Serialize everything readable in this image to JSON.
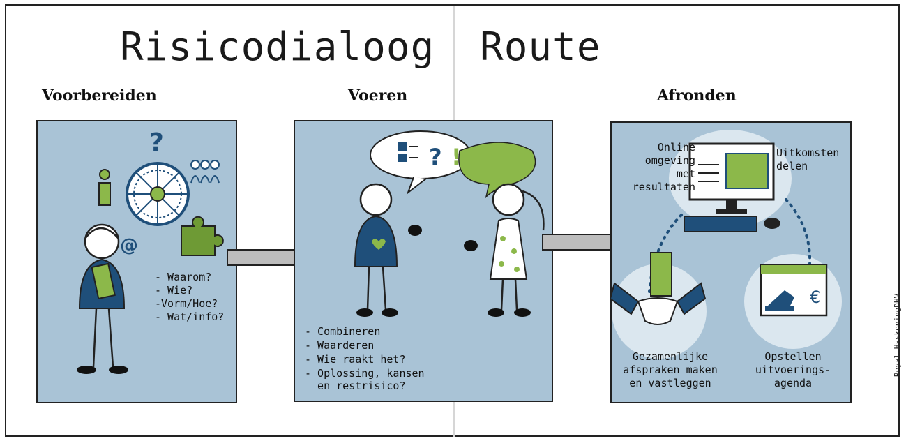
{
  "titles": {
    "left": "Risicodialoog",
    "right": "Route"
  },
  "steps": [
    "Voorbereiden",
    "Voeren",
    "Afronden"
  ],
  "prepare": {
    "questions": [
      "- Waarom?",
      "- Wie?",
      "-Vorm/Hoe?",
      "- Wat/info?"
    ]
  },
  "conduct": {
    "items": [
      "- Combineren",
      "- Waarderen",
      "- Wie raakt het?",
      "- Oplossing, kansen",
      "  en restrisico?"
    ]
  },
  "finish": {
    "online_label": "Online\nomgeving\nmet\nresultaten",
    "share_label": "Uitkomsten\ndelen",
    "agreements_label": "Gezamenlijke\nafspraken maken\nen vastleggen",
    "agenda_label": "Opstellen\nuitvoerings-\nagenda",
    "euro_symbol": "€"
  },
  "credit": "Royal HaskoningDHV",
  "colors": {
    "panel": "#a9c3d6",
    "navy": "#1f4f7a",
    "green": "#8cb84a",
    "arrow": "#bdbdbd"
  }
}
